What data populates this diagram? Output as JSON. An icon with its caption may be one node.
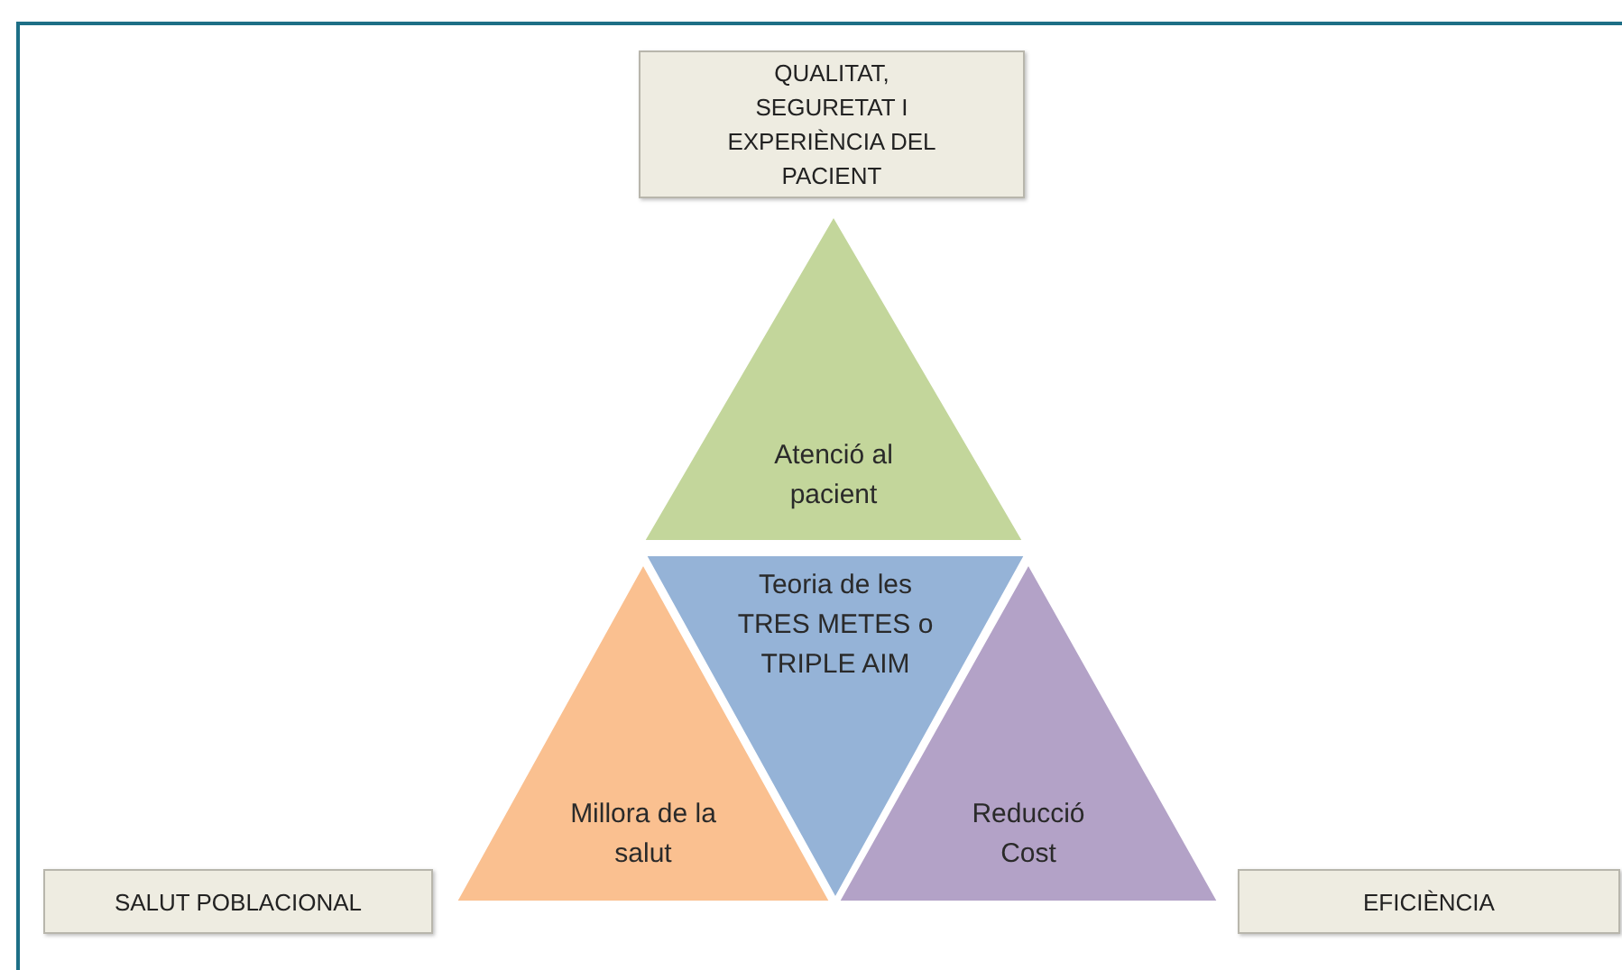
{
  "diagram": {
    "nodes": [
      {
        "text": [
          "QUALITAT, SEGURETAT I EXPERIÈNCIA DEL PACIENT"
        ]
      },
      {
        "text": [
          "Atenció al pacient"
        ]
      },
      {
        "text": [
          "Teoria de les TRES METES o TRIPLE AIM"
        ]
      },
      {
        "text": [
          "Millora de la salut"
        ]
      },
      {
        "text": [
          "Reducció Cost"
        ]
      },
      {
        "text": [
          "SALUT POBLACIONAL"
        ]
      },
      {
        "text": [
          "EFICIÈNCIA"
        ]
      }
    ]
  }
}
